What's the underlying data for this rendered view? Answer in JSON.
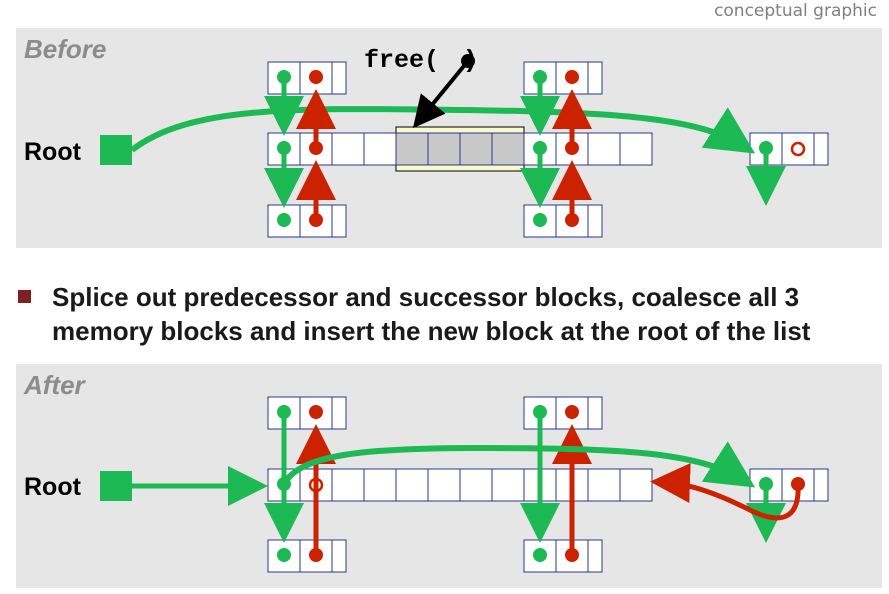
{
  "header": {
    "corner_label": "conceptual graphic"
  },
  "before": {
    "title": "Before",
    "root_label": "Root",
    "free_label_prefix": "free(",
    "free_label_suffix": ")"
  },
  "bullet": {
    "line1": "Splice out predecessor and successor blocks, coalesce all 3",
    "line2": "memory blocks and insert the new block at the root of the list"
  },
  "after": {
    "title": "After",
    "root_label": "Root"
  },
  "colors": {
    "green": "#1db954",
    "red": "#cc2200",
    "panel": "#e6e6e6",
    "cell_border": "#2a3a8c",
    "highlight_fill": "#c8c8c8",
    "highlight_border": "#c8a000"
  }
}
